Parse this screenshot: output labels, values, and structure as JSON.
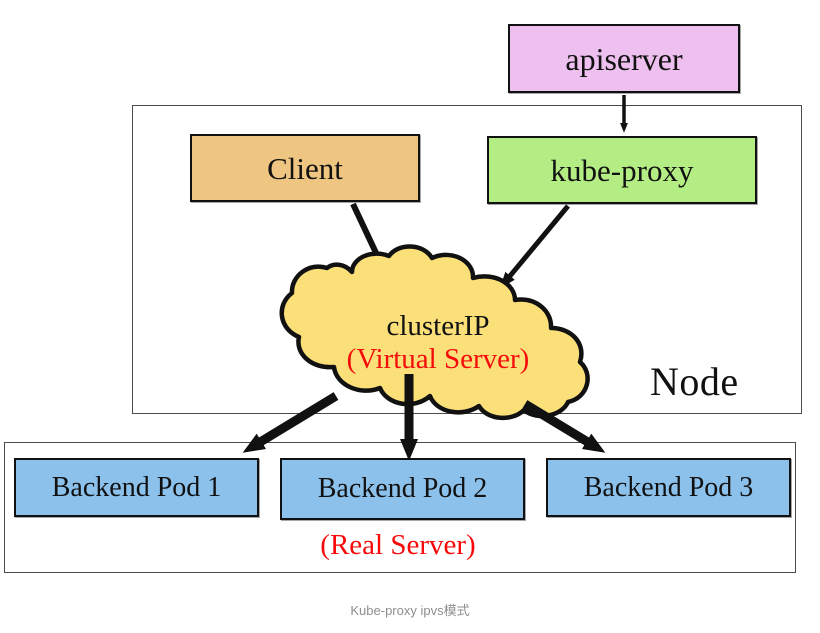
{
  "diagram": {
    "caption": "Kube-proxy ipvs模式",
    "node_label": "Node",
    "real_server_label": "(Real Server)",
    "colors": {
      "apiserver_fill": "#eec0ef",
      "client_fill": "#eec581",
      "kubeproxy_fill": "#b3ed83",
      "cloud_fill": "#fbe07a",
      "pod_fill": "#8cc1ec",
      "stroke": "#111111",
      "red_text": "#f60b0b",
      "caption_text": "#8e8e8e",
      "container_border": "#4a4a4a"
    },
    "boxes": {
      "apiserver": "apiserver",
      "client": "Client",
      "kube_proxy": "kube-proxy"
    },
    "cloud": {
      "title": "clusterIP",
      "subtitle": "(Virtual Server)"
    },
    "pods": [
      {
        "label": "Backend Pod 1"
      },
      {
        "label": "Backend Pod 2"
      },
      {
        "label": "Backend Pod 3"
      }
    ],
    "edges": [
      {
        "from": "apiserver",
        "to": "kube-proxy"
      },
      {
        "from": "Client",
        "to": "clusterIP"
      },
      {
        "from": "kube-proxy",
        "to": "clusterIP"
      },
      {
        "from": "clusterIP",
        "to": "Backend Pod 1"
      },
      {
        "from": "clusterIP",
        "to": "Backend Pod 2"
      },
      {
        "from": "clusterIP",
        "to": "Backend Pod 3"
      }
    ]
  }
}
